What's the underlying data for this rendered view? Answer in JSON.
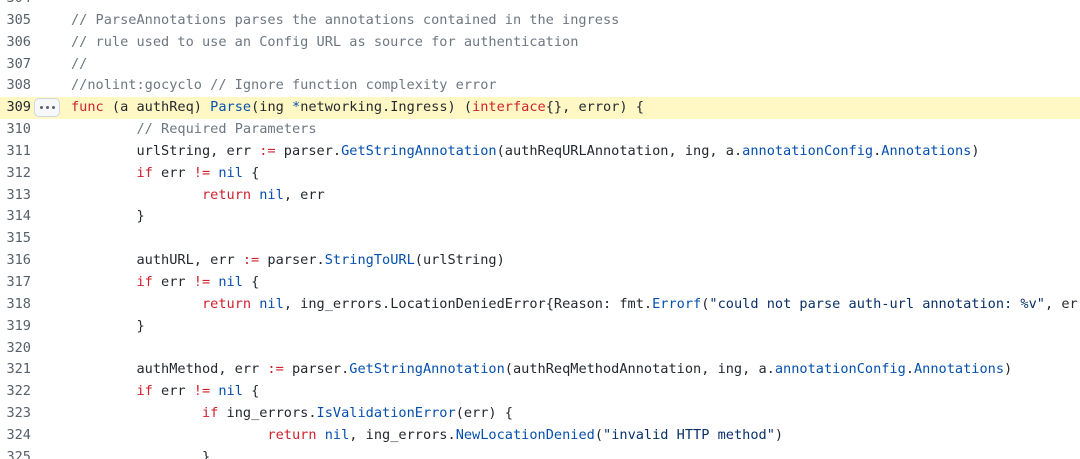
{
  "highlighted_line": "309",
  "line_menu_icon": "kebab-horizontal-icon",
  "colors": {
    "comment": "#6e7781",
    "keyword": "#cf222e",
    "function": "#0550ae",
    "string": "#0a3069",
    "highlight": "#fff8c5"
  },
  "lines": [
    {
      "n": "304",
      "tokens": []
    },
    {
      "n": "305",
      "tokens": [
        {
          "c": "c",
          "t": "// ParseAnnotations parses the annotations contained in the ingress"
        }
      ]
    },
    {
      "n": "306",
      "tokens": [
        {
          "c": "c",
          "t": "// rule used to use an Config URL as source for authentication"
        }
      ]
    },
    {
      "n": "307",
      "tokens": [
        {
          "c": "c",
          "t": "//"
        }
      ]
    },
    {
      "n": "308",
      "tokens": [
        {
          "c": "c",
          "t": "//nolint:gocyclo // Ignore function complexity error"
        }
      ]
    },
    {
      "n": "309",
      "tokens": [
        {
          "c": "k",
          "t": "func"
        },
        {
          "c": "",
          "t": " (a authReq) "
        },
        {
          "c": "f",
          "t": "Parse"
        },
        {
          "c": "",
          "t": "(ing "
        },
        {
          "c": "o",
          "t": "*"
        },
        {
          "c": "",
          "t": "networking.Ingress) ("
        },
        {
          "c": "k",
          "t": "interface"
        },
        {
          "c": "",
          "t": "{}, error) {"
        }
      ]
    },
    {
      "n": "310",
      "tokens": [
        {
          "c": "",
          "t": "        "
        },
        {
          "c": "c",
          "t": "// Required Parameters"
        }
      ]
    },
    {
      "n": "311",
      "tokens": [
        {
          "c": "",
          "t": "        urlString, err "
        },
        {
          "c": "k",
          "t": ":="
        },
        {
          "c": "",
          "t": " parser."
        },
        {
          "c": "f",
          "t": "GetStringAnnotation"
        },
        {
          "c": "",
          "t": "(authReqURLAnnotation, ing, a."
        },
        {
          "c": "f",
          "t": "annotationConfig"
        },
        {
          "c": "",
          "t": "."
        },
        {
          "c": "f",
          "t": "Annotations"
        },
        {
          "c": "",
          "t": ")"
        }
      ]
    },
    {
      "n": "312",
      "tokens": [
        {
          "c": "",
          "t": "        "
        },
        {
          "c": "k",
          "t": "if"
        },
        {
          "c": "",
          "t": " err "
        },
        {
          "c": "k",
          "t": "!="
        },
        {
          "c": "",
          "t": " "
        },
        {
          "c": "f",
          "t": "nil"
        },
        {
          "c": "",
          "t": " {"
        }
      ]
    },
    {
      "n": "313",
      "tokens": [
        {
          "c": "",
          "t": "                "
        },
        {
          "c": "k",
          "t": "return"
        },
        {
          "c": "",
          "t": " "
        },
        {
          "c": "f",
          "t": "nil"
        },
        {
          "c": "",
          "t": ", err"
        }
      ]
    },
    {
      "n": "314",
      "tokens": [
        {
          "c": "",
          "t": "        }"
        }
      ]
    },
    {
      "n": "315",
      "tokens": []
    },
    {
      "n": "316",
      "tokens": [
        {
          "c": "",
          "t": "        authURL, err "
        },
        {
          "c": "k",
          "t": ":="
        },
        {
          "c": "",
          "t": " parser."
        },
        {
          "c": "f",
          "t": "StringToURL"
        },
        {
          "c": "",
          "t": "(urlString)"
        }
      ]
    },
    {
      "n": "317",
      "tokens": [
        {
          "c": "",
          "t": "        "
        },
        {
          "c": "k",
          "t": "if"
        },
        {
          "c": "",
          "t": " err "
        },
        {
          "c": "k",
          "t": "!="
        },
        {
          "c": "",
          "t": " "
        },
        {
          "c": "f",
          "t": "nil"
        },
        {
          "c": "",
          "t": " {"
        }
      ]
    },
    {
      "n": "318",
      "tokens": [
        {
          "c": "",
          "t": "                "
        },
        {
          "c": "k",
          "t": "return"
        },
        {
          "c": "",
          "t": " "
        },
        {
          "c": "f",
          "t": "nil"
        },
        {
          "c": "",
          "t": ", ing_errors.LocationDeniedError{Reason: fmt."
        },
        {
          "c": "f",
          "t": "Errorf"
        },
        {
          "c": "",
          "t": "("
        },
        {
          "c": "s",
          "t": "\"could not parse auth-url annotation: %v\""
        },
        {
          "c": "",
          "t": ", err)}"
        }
      ]
    },
    {
      "n": "319",
      "tokens": [
        {
          "c": "",
          "t": "        }"
        }
      ]
    },
    {
      "n": "320",
      "tokens": []
    },
    {
      "n": "321",
      "tokens": [
        {
          "c": "",
          "t": "        authMethod, err "
        },
        {
          "c": "k",
          "t": ":="
        },
        {
          "c": "",
          "t": " parser."
        },
        {
          "c": "f",
          "t": "GetStringAnnotation"
        },
        {
          "c": "",
          "t": "(authReqMethodAnnotation, ing, a."
        },
        {
          "c": "f",
          "t": "annotationConfig"
        },
        {
          "c": "",
          "t": "."
        },
        {
          "c": "f",
          "t": "Annotations"
        },
        {
          "c": "",
          "t": ")"
        }
      ]
    },
    {
      "n": "322",
      "tokens": [
        {
          "c": "",
          "t": "        "
        },
        {
          "c": "k",
          "t": "if"
        },
        {
          "c": "",
          "t": " err "
        },
        {
          "c": "k",
          "t": "!="
        },
        {
          "c": "",
          "t": " "
        },
        {
          "c": "f",
          "t": "nil"
        },
        {
          "c": "",
          "t": " {"
        }
      ]
    },
    {
      "n": "323",
      "tokens": [
        {
          "c": "",
          "t": "                "
        },
        {
          "c": "k",
          "t": "if"
        },
        {
          "c": "",
          "t": " ing_errors."
        },
        {
          "c": "f",
          "t": "IsValidationError"
        },
        {
          "c": "",
          "t": "(err) {"
        }
      ]
    },
    {
      "n": "324",
      "tokens": [
        {
          "c": "",
          "t": "                        "
        },
        {
          "c": "k",
          "t": "return"
        },
        {
          "c": "",
          "t": " "
        },
        {
          "c": "f",
          "t": "nil"
        },
        {
          "c": "",
          "t": ", ing_errors."
        },
        {
          "c": "f",
          "t": "NewLocationDenied"
        },
        {
          "c": "",
          "t": "("
        },
        {
          "c": "s",
          "t": "\"invalid HTTP method\""
        },
        {
          "c": "",
          "t": ")"
        }
      ]
    },
    {
      "n": "325",
      "tokens": [
        {
          "c": "",
          "t": "                }"
        }
      ]
    }
  ]
}
